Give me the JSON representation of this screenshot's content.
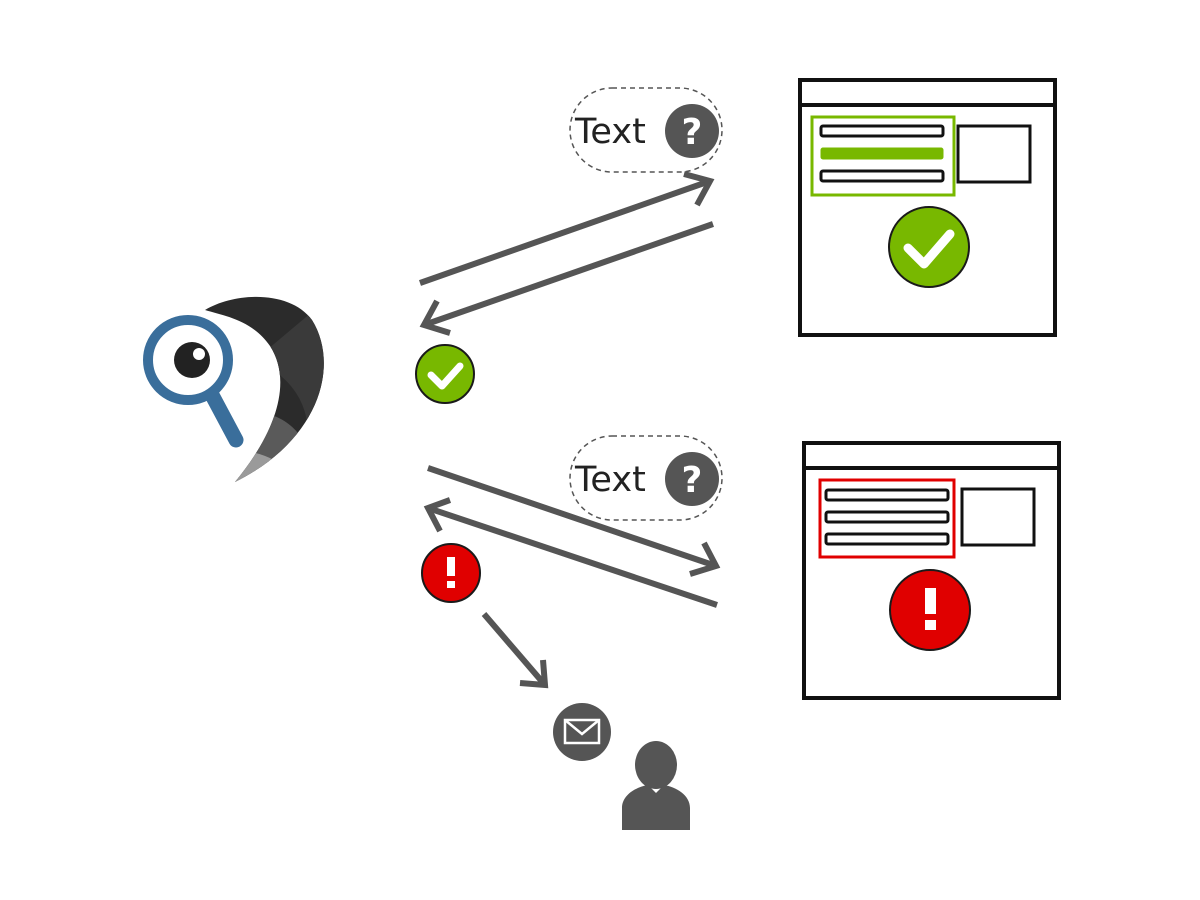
{
  "diagram": {
    "success_flow": {
      "query_label": "Text",
      "query_icon": "question-icon",
      "result_icon": "check-icon",
      "page_highlight_color": "#78b800"
    },
    "failure_flow": {
      "query_label": "Text",
      "query_icon": "question-icon",
      "result_icon": "exclamation-icon",
      "page_highlight_color": "#e00000",
      "notify_icon": "mail-icon",
      "recipient_icon": "user-icon"
    },
    "logo_icon": "monitoring-bird-magnifier-logo",
    "colors": {
      "arrow": "#555555",
      "success": "#78b800",
      "error": "#e00000",
      "logo_blue": "#3a6e9b",
      "logo_dark": "#2b2b2b",
      "icon_gray": "#555555"
    }
  }
}
